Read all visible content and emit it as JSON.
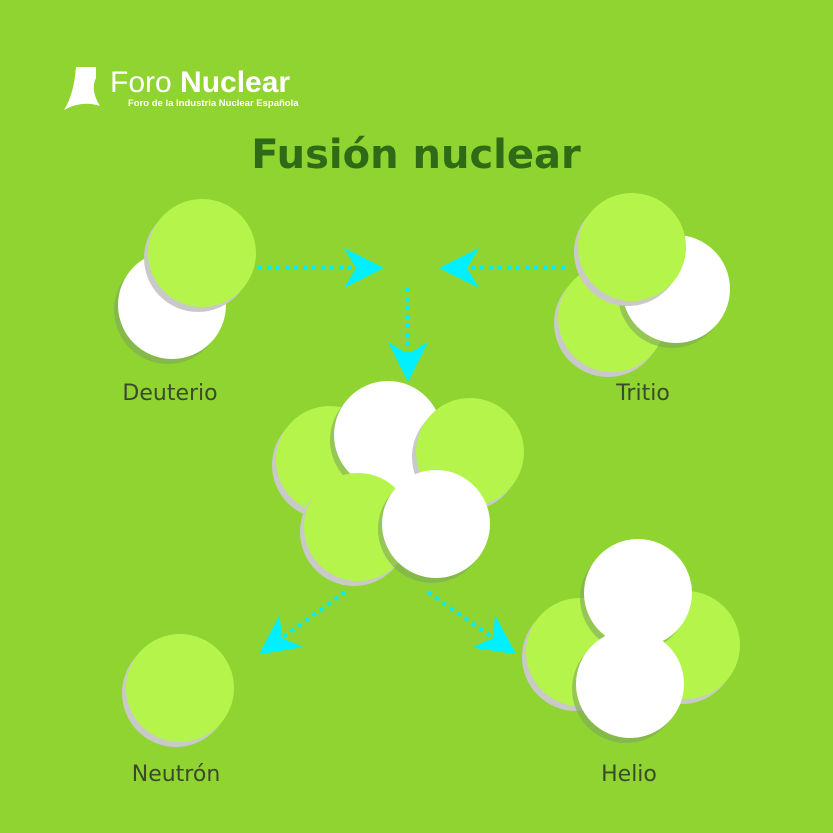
{
  "logo": {
    "name_light": "Foro",
    "name_bold": "Nuclear",
    "subtitle": "Foro de la Industria Nuclear Española"
  },
  "title": "Fusión nuclear",
  "labels": {
    "deuterio": "Deuterio",
    "tritio": "Tritio",
    "neutron": "Neutrón",
    "helio": "Helio"
  },
  "colors": {
    "background": "#8fd431",
    "proton": "#b5f44a",
    "neutron": "#ffffff",
    "arrow": "#00f0ff",
    "title": "#2f6a17"
  }
}
